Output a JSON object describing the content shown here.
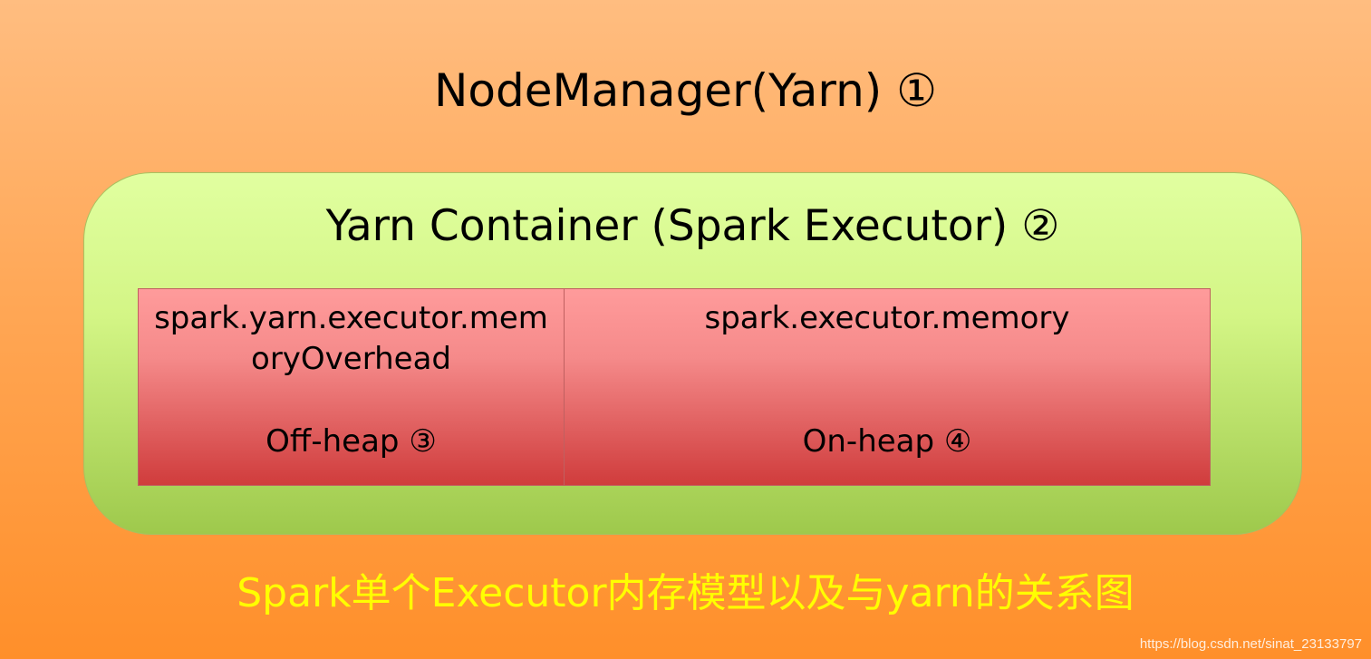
{
  "node_manager": {
    "title": "NodeManager(Yarn)  ①"
  },
  "container": {
    "title": "Yarn Container (Spark Executor)  ②",
    "off_heap": {
      "name": "spark.yarn.executor.memoryOverhead",
      "kind": "Off-heap ③"
    },
    "on_heap": {
      "name": "spark.executor.memory",
      "kind": "On-heap  ④"
    }
  },
  "caption": "Spark单个Executor内存模型以及与yarn的关系图",
  "watermark": "https://blog.csdn.net/sinat_23133797",
  "colors": {
    "node_manager_bg": "#ffa552",
    "container_bg": "#d3f585",
    "memory_bg": "#f58a8a",
    "caption_text": "#ffff00"
  }
}
